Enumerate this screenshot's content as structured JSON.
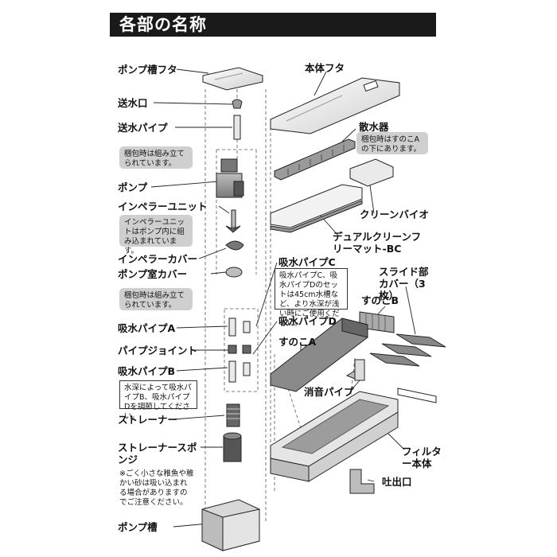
{
  "title": "各部の名称",
  "left_labels": {
    "pump_lid": "ポンプ槽フタ",
    "outlet_port": "送水口",
    "outlet_pipe": "送水パイプ",
    "note_packed1": "梱包時は組み立てられています。",
    "pump": "ポンプ",
    "impeller_unit": "インペラーユニット",
    "note_impeller": "インペラーユニットはポンプ内に組み込まれています。",
    "impeller_cover": "インペラーカバー",
    "pump_room_cover": "ポンプ室カバー",
    "note_packed2": "梱包時は組み立てられています。",
    "intake_pipe_a": "吸水パイプA",
    "pipe_joint": "パイプジョイント",
    "intake_pipe_b": "吸水パイプB",
    "note_depth": "水深によって吸水パイプB、吸水パイプDを調節してください。",
    "strainer": "ストレーナー",
    "strainer_sponge": "ストレーナースポンジ",
    "note_sponge": "※ごく小さな稚魚や稚かい砂は吸い込まれる場合がありますのでご注意ください。",
    "pump_tank": "ポンプ槽"
  },
  "right_labels": {
    "body_lid": "本体フタ",
    "sprinkler": "散水器",
    "note_sprinkler": "梱包時はすのこAの下にあります。",
    "clean_bio": "クリーンバイオ",
    "dual_mat": "デュアルクリーンフリーマット-BC",
    "intake_pipe_c": "吸水パイプC",
    "note_pipe_cd": "吸水パイプC、吸水パイプDのセットは45cm水槽など、より水深が浅い時にご使用ください。",
    "intake_pipe_d": "吸水パイプD",
    "slide_cover": "スライド部カバー（3枚）",
    "sunoko_b": "すのこB",
    "sunoko_a": "すのこA",
    "silencer_pipe": "消音パイプ",
    "filter_body": "フィルター本体",
    "discharge_port": "吐出口"
  }
}
